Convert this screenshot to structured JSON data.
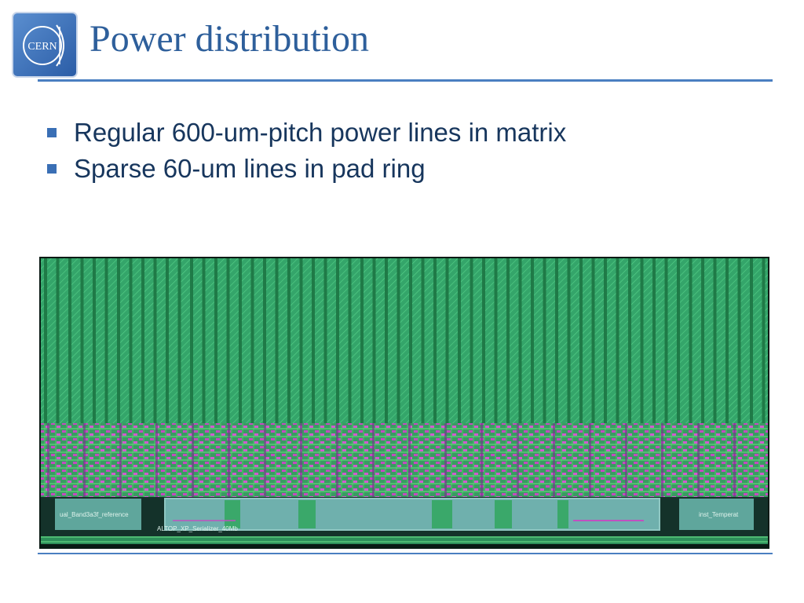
{
  "logo": {
    "text": "CERN"
  },
  "title": "Power distribution",
  "bullets": [
    "Regular 600-um-pitch power lines in matrix",
    "Sparse 60-um lines in pad ring"
  ],
  "layout_image": {
    "labels": {
      "left_block": "ual_Band3a3f_reference",
      "center_block": "ALTOP_XP_Serializer_40Mb",
      "right_block": "inst_Temperat"
    },
    "colors": {
      "matrix": "#2f9b63",
      "power_line": "#1f7a47",
      "pad_ring": "#8a3fa8",
      "pad_cells": "#6fa8a8",
      "background": "#0a1a14"
    }
  }
}
